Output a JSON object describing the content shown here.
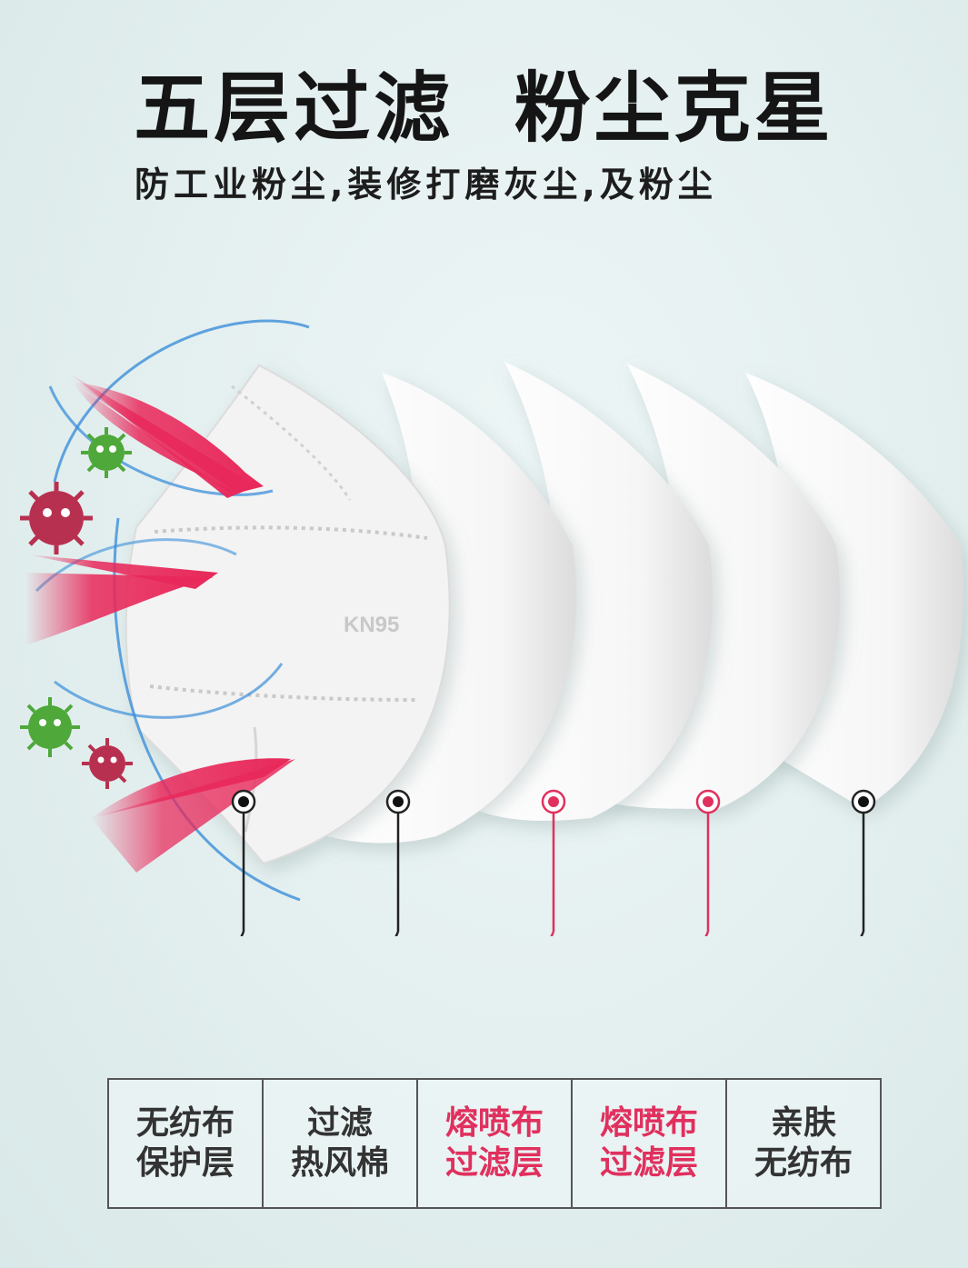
{
  "title": "五层过滤  粉尘克星",
  "subtitle": "防工业粉尘,装修打磨灰尘,及粉尘",
  "mask_print": "KN95",
  "layers": [
    {
      "line1": "无纺布",
      "line2": "保护层",
      "accent": false
    },
    {
      "line1": "过滤",
      "line2": "热风棉",
      "accent": false
    },
    {
      "line1": "熔喷布",
      "line2": "过滤层",
      "accent": true
    },
    {
      "line1": "熔喷布",
      "line2": "过滤层",
      "accent": true
    },
    {
      "line1": "亲肤",
      "line2": "无纺布",
      "accent": false
    }
  ],
  "colors": {
    "accent": "#e0305e",
    "dark": "#111111",
    "arrow": "#e8285a",
    "flow_line": "#3b8fd9",
    "virus_red": "#b8304f",
    "virus_green": "#4ea83a"
  },
  "icons": [
    "virus-icon",
    "arrow-icon",
    "pointer-dot-icon"
  ]
}
